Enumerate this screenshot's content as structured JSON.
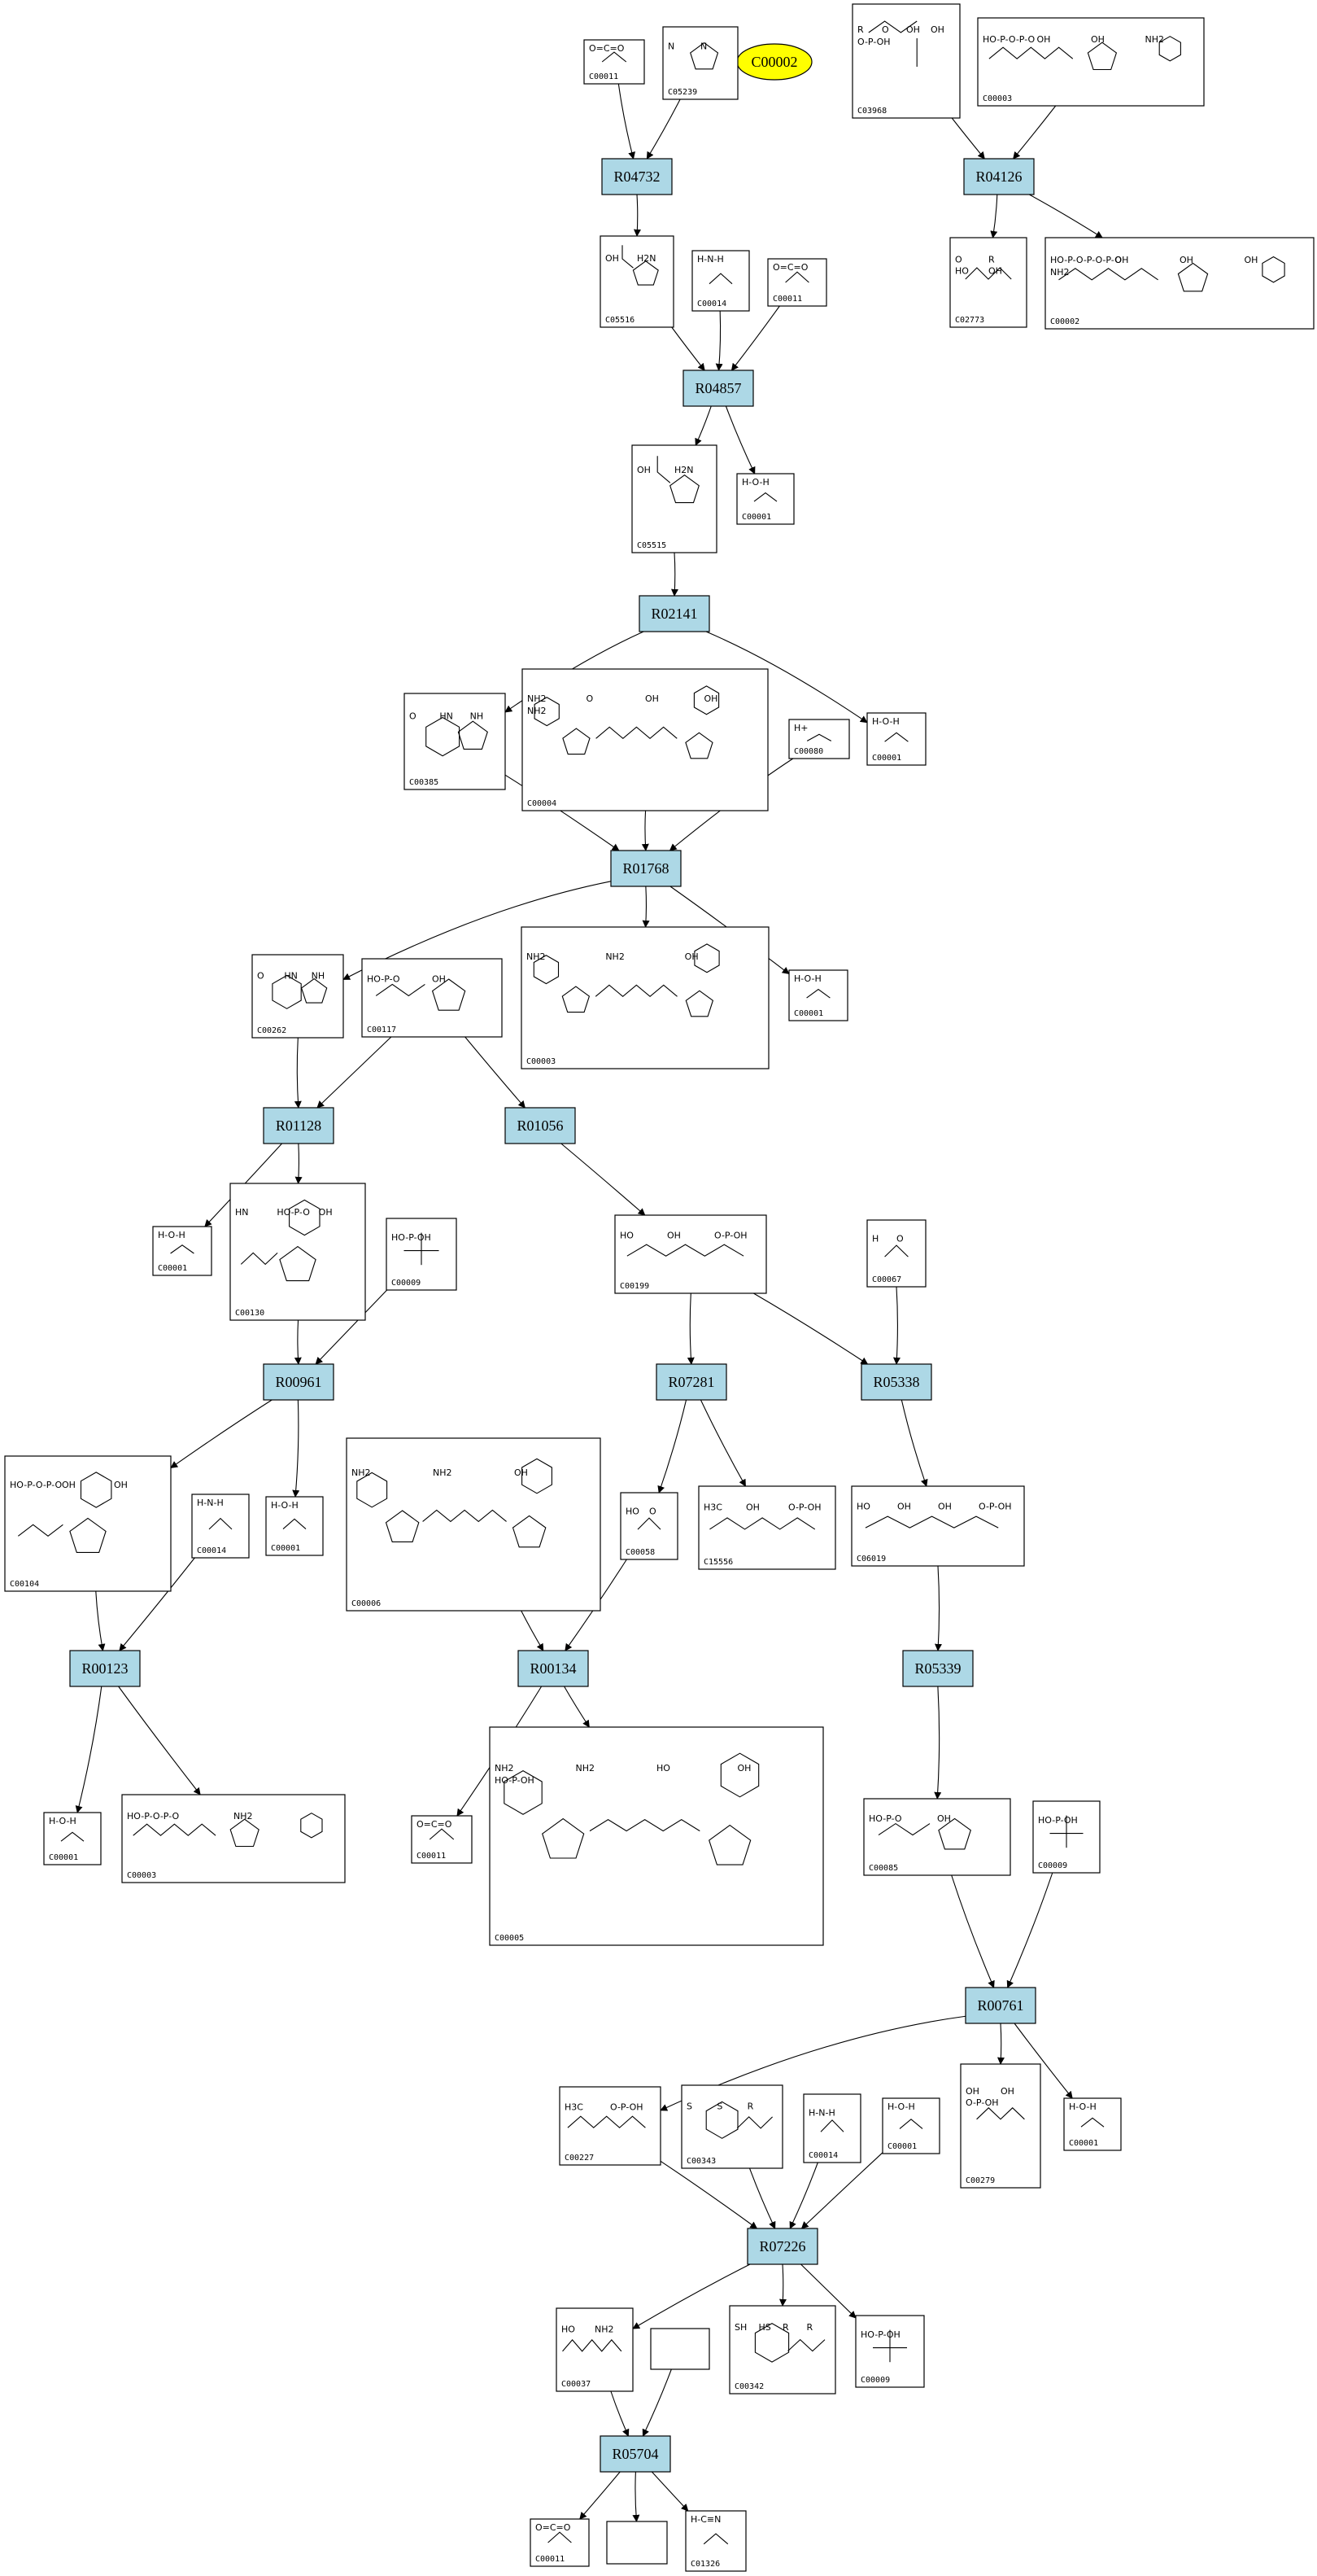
{
  "highlight": "C00002",
  "reactions": [
    "R04732",
    "R04126",
    "R04857",
    "R02141",
    "R01768",
    "R01128",
    "R01056",
    "R00961",
    "R07281",
    "R05338",
    "R00123",
    "R00134",
    "R05339",
    "R00761",
    "R07226",
    "R05704"
  ],
  "compounds": [
    {
      "id": "c1",
      "label": "C00011",
      "atoms": "O=C=O"
    },
    {
      "id": "c2",
      "label": "C05239",
      "atoms": "N N"
    },
    {
      "id": "c3",
      "label": "C03968",
      "atoms": "R O OH OH O-P-OH"
    },
    {
      "id": "c4",
      "label": "C00003",
      "atoms": "HO-P-O-P-O OH OH NH2"
    },
    {
      "id": "c5",
      "label": "C05516",
      "atoms": "OH H2N"
    },
    {
      "id": "c6",
      "label": "C00014",
      "atoms": "H-N-H"
    },
    {
      "id": "c7",
      "label": "C00011",
      "atoms": "O=C=O"
    },
    {
      "id": "c8",
      "label": "C02773",
      "atoms": "O R HO OH"
    },
    {
      "id": "c9",
      "label": "C00002",
      "atoms": "HO-P-O-P-O-P-O OH OH OH NH2"
    },
    {
      "id": "c10",
      "label": "C05515",
      "atoms": "OH H2N"
    },
    {
      "id": "c11",
      "label": "C00001",
      "atoms": "H-O-H"
    },
    {
      "id": "c12",
      "label": "C00385",
      "atoms": "O HN NH"
    },
    {
      "id": "c13",
      "label": "C00004",
      "atoms": "NH2 O OH OH NH2"
    },
    {
      "id": "c14",
      "label": "C00080",
      "atoms": "H+"
    },
    {
      "id": "c15",
      "label": "C00001",
      "atoms": "H-O-H"
    },
    {
      "id": "c16",
      "label": "C00262",
      "atoms": "O HN NH"
    },
    {
      "id": "c17",
      "label": "C00117",
      "atoms": "HO-P-O OH"
    },
    {
      "id": "c18",
      "label": "C00003",
      "atoms": "NH2 NH2 OH"
    },
    {
      "id": "c19",
      "label": "C00001",
      "atoms": "H-O-H"
    },
    {
      "id": "c20",
      "label": "C00001",
      "atoms": "H-O-H"
    },
    {
      "id": "c21",
      "label": "C00130",
      "atoms": "HN HO-P-O OH"
    },
    {
      "id": "c22",
      "label": "C00009",
      "atoms": "HO-P-OH"
    },
    {
      "id": "c23",
      "label": "C00199",
      "atoms": "HO OH O-P-OH"
    },
    {
      "id": "c24",
      "label": "C00067",
      "atoms": "H O"
    },
    {
      "id": "c25",
      "label": "C00104",
      "atoms": "HO-P-O-P-O OH OH"
    },
    {
      "id": "c26",
      "label": "C00014",
      "atoms": "H-N-H"
    },
    {
      "id": "c27",
      "label": "C00001",
      "atoms": "H-O-H"
    },
    {
      "id": "c28",
      "label": "C00006",
      "atoms": "NH2 NH2 OH"
    },
    {
      "id": "c29",
      "label": "C00058",
      "atoms": "HO O"
    },
    {
      "id": "c30",
      "label": "C15556",
      "atoms": "H3C OH O-P-OH"
    },
    {
      "id": "c31",
      "label": "C06019",
      "atoms": "HO OH OH O-P-OH"
    },
    {
      "id": "c32",
      "label": "C00001",
      "atoms": "H-O-H"
    },
    {
      "id": "c33",
      "label": "C00003",
      "atoms": "HO-P-O-P-O NH2"
    },
    {
      "id": "c34",
      "label": "C00011",
      "atoms": "O=C=O"
    },
    {
      "id": "c35",
      "label": "C00005",
      "atoms": "NH2 NH2 HO OH HO-P-OH"
    },
    {
      "id": "c36",
      "label": "C00085",
      "atoms": "HO-P-O OH"
    },
    {
      "id": "c37",
      "label": "C00009",
      "atoms": "HO-P-OH"
    },
    {
      "id": "c38",
      "label": "C00227",
      "atoms": "H3C O-P-OH"
    },
    {
      "id": "c39",
      "label": "C00343",
      "atoms": "S S R"
    },
    {
      "id": "c40",
      "label": "C00014",
      "atoms": "H-N-H"
    },
    {
      "id": "c41",
      "label": "C00001",
      "atoms": "H-O-H"
    },
    {
      "id": "c42",
      "label": "C00279",
      "atoms": "OH OH O-P-OH"
    },
    {
      "id": "c43",
      "label": "C00001",
      "atoms": "H-O-H"
    },
    {
      "id": "c44",
      "label": "C00037",
      "atoms": "HO NH2"
    },
    {
      "id": "c45",
      "label": "C00342",
      "atoms": "SH HS R R"
    },
    {
      "id": "c46",
      "label": "C00009",
      "atoms": "HO-P-OH"
    },
    {
      "id": "c47",
      "label": "",
      "atoms": ""
    },
    {
      "id": "c48",
      "label": "C00011",
      "atoms": "O=C=O"
    },
    {
      "id": "c49",
      "label": "",
      "atoms": ""
    },
    {
      "id": "c50",
      "label": "C01326",
      "atoms": "H-C≡N"
    }
  ]
}
